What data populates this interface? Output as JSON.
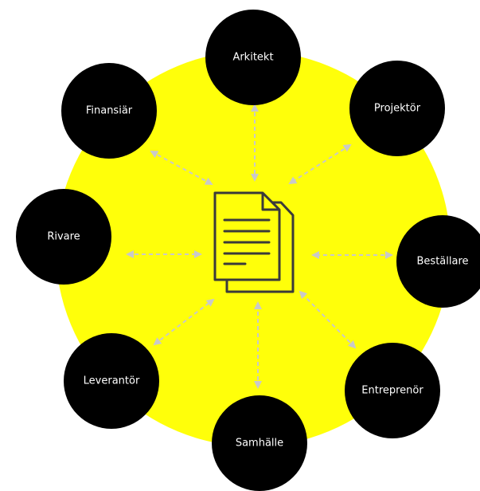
{
  "colors": {
    "background": "#ffffff",
    "hub_circle": "#ffff0a",
    "node_fill": "#000000",
    "node_text": "#ffffff",
    "arrow": "#c9c9c9",
    "document_icon": "#3a3a3a"
  },
  "center_icon": "document-stack-icon",
  "nodes": [
    {
      "id": "arkitekt",
      "label": "Arkitekt"
    },
    {
      "id": "projektor",
      "label": "Projektör"
    },
    {
      "id": "bestallare",
      "label": "Beställare"
    },
    {
      "id": "entreprenor",
      "label": "Entreprenör"
    },
    {
      "id": "samhalle",
      "label": "Samhälle"
    },
    {
      "id": "leverantor",
      "label": "Leverantör"
    },
    {
      "id": "rivare",
      "label": "Rivare"
    },
    {
      "id": "finansiar",
      "label": "Finansiär"
    }
  ]
}
